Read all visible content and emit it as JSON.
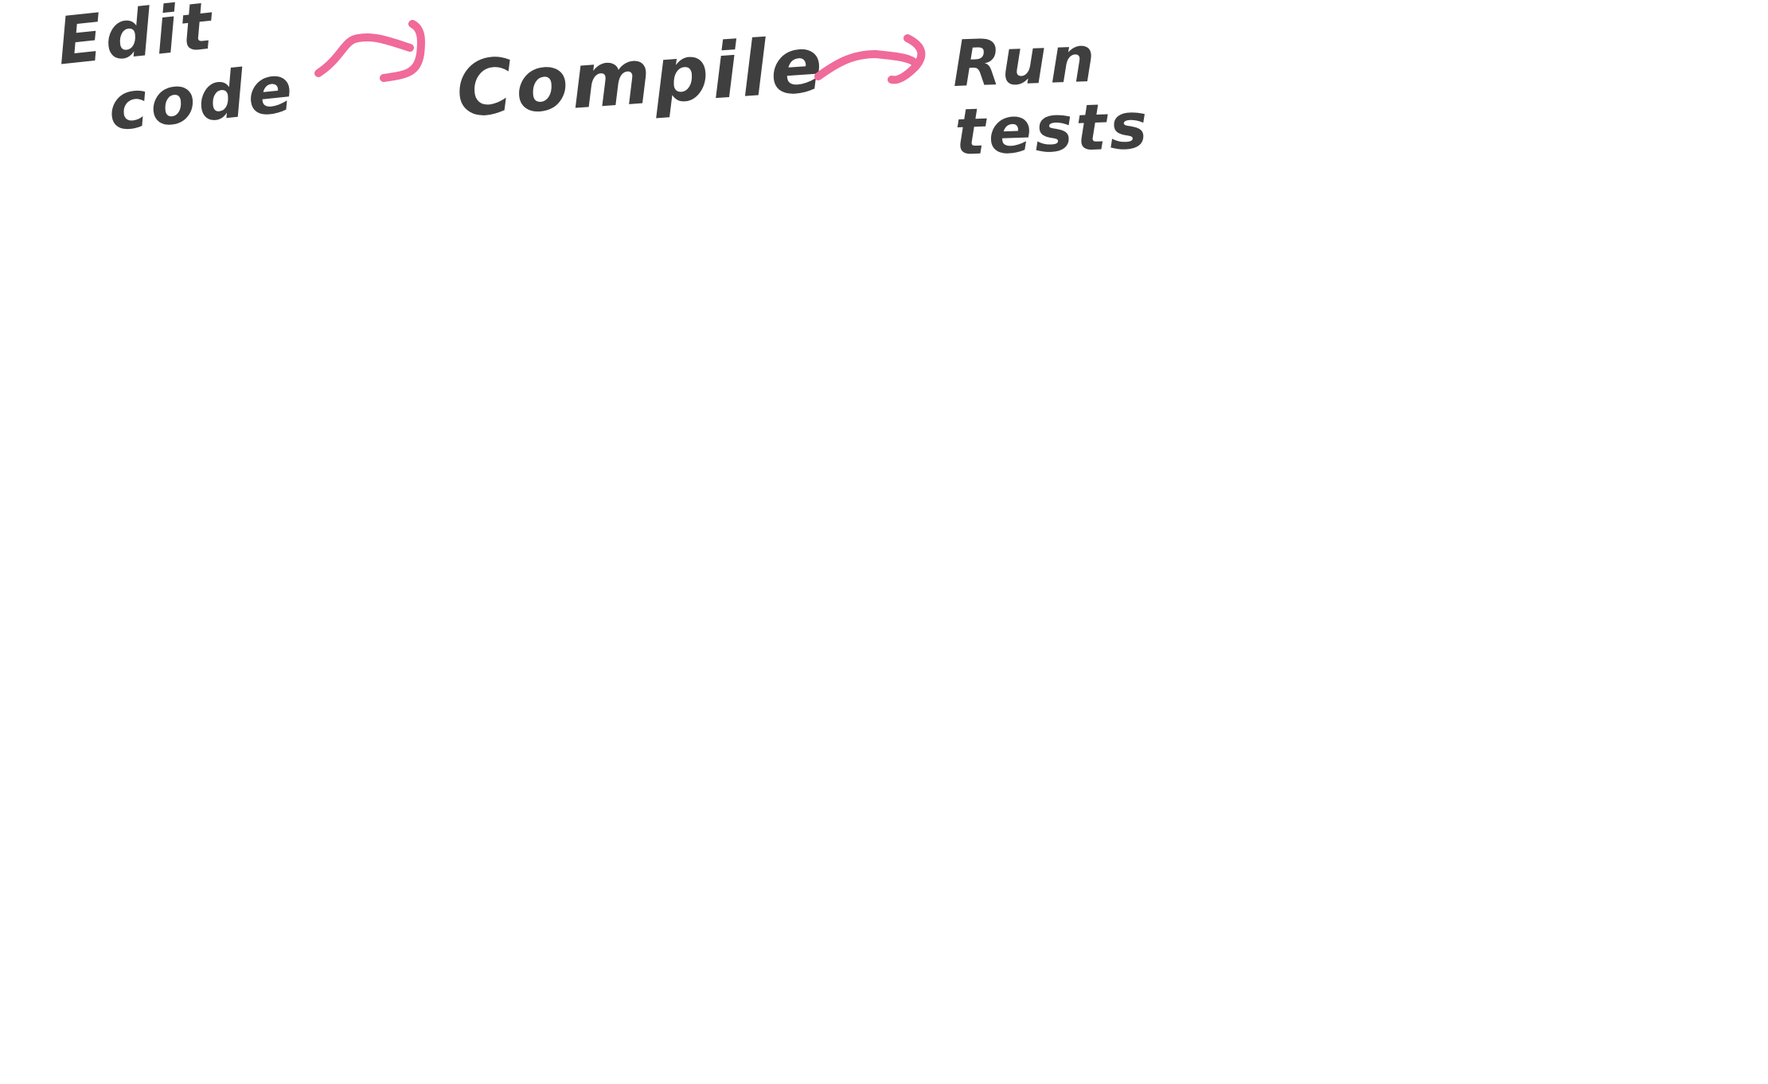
{
  "diagram": {
    "steps": [
      {
        "id": "edit",
        "lines": [
          "Edit",
          "code"
        ]
      },
      {
        "id": "compile",
        "lines": [
          "Compile"
        ]
      },
      {
        "id": "run",
        "lines": [
          "Run",
          "tests"
        ]
      }
    ],
    "connectors": [
      {
        "from": "edit",
        "to": "compile"
      },
      {
        "from": "compile",
        "to": "run"
      }
    ],
    "colors": {
      "text": "#3f3f3f",
      "arrow": "#f06a9a",
      "background": "#ffffff"
    }
  }
}
